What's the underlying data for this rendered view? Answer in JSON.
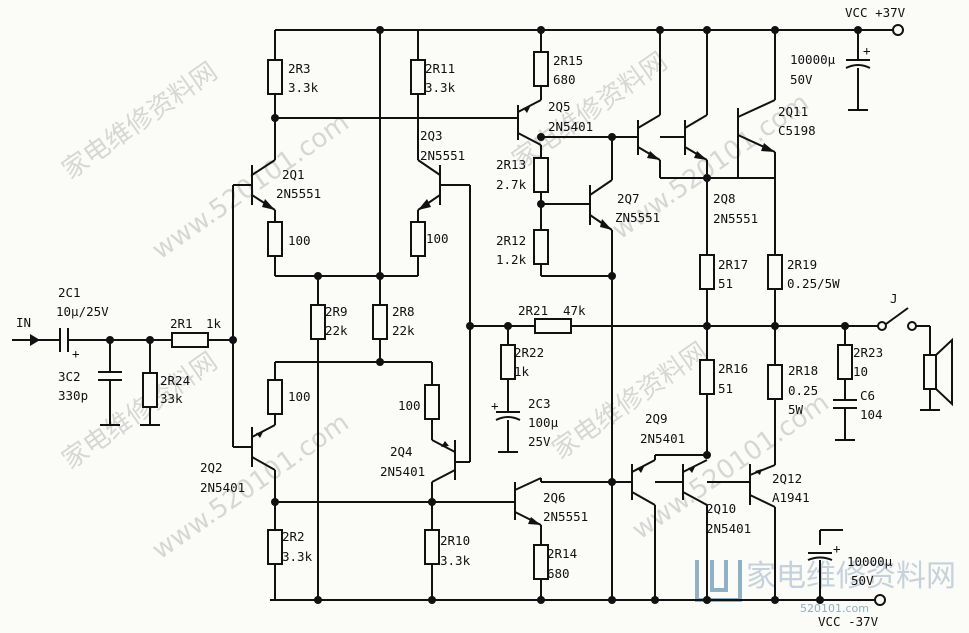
{
  "rails": {
    "vcc_pos": "VCC +37V",
    "vcc_neg": "VCC -37V"
  },
  "input": {
    "label": "IN"
  },
  "components": {
    "c1": [
      "2C1",
      "10μ/25V"
    ],
    "c2": [
      "3C2",
      "330p"
    ],
    "r1": [
      "2R1",
      "1k"
    ],
    "r24": [
      "2R24",
      "33k"
    ],
    "r3": [
      "2R3",
      "3.3k"
    ],
    "r11": [
      "2R11",
      "3.3k"
    ],
    "q1": [
      "2Q1",
      "2N5551"
    ],
    "q3": [
      "2Q3",
      "2N5551"
    ],
    "r_q1e": [
      "100"
    ],
    "r_q3e": [
      "100"
    ],
    "r9": [
      "2R9",
      "22k"
    ],
    "r8": [
      "2R8",
      "22k"
    ],
    "r_q2e": [
      "100"
    ],
    "r_q4e": [
      "100"
    ],
    "q2": [
      "2Q2",
      "2N5401"
    ],
    "q4": [
      "2Q4",
      "2N5401"
    ],
    "r2": [
      "2R2",
      "3.3k"
    ],
    "r10": [
      "2R10",
      "3.3k"
    ],
    "r15": [
      "2R15",
      "680"
    ],
    "q5": [
      "2Q5",
      "2N5401"
    ],
    "r13": [
      "2R13",
      "2.7k"
    ],
    "q7": [
      "2Q7",
      "ZN5551"
    ],
    "r12": [
      "2R12",
      "1.2k"
    ],
    "q8": [
      "2Q8",
      "2N5551"
    ],
    "q11": [
      "2Q11",
      "C5198"
    ],
    "c_bulk_top": [
      "10000μ",
      "50V"
    ],
    "r17": [
      "2R17",
      "51"
    ],
    "r19": [
      "2R19",
      "0.25/5W"
    ],
    "r21": [
      "2R21",
      "47k"
    ],
    "r22": [
      "2R22",
      "1k"
    ],
    "c3": [
      "2C3",
      "100μ",
      "25V"
    ],
    "r16": [
      "2R16",
      "51"
    ],
    "r18": [
      "2R18",
      "0.25",
      "5W"
    ],
    "r23": [
      "2R23",
      "10"
    ],
    "c6": [
      "C6",
      "104"
    ],
    "j": [
      "J"
    ],
    "q9": [
      "2Q9",
      "2N5401"
    ],
    "q6": [
      "2Q6",
      "2N5551"
    ],
    "r14": [
      "2R14",
      "680"
    ],
    "q10": [
      "2Q10",
      "2N5401"
    ],
    "q12": [
      "2Q12",
      "A1941"
    ],
    "c_bulk_bot": [
      "10000μ",
      "50V"
    ]
  },
  "watermark": {
    "text": "家电维修资料网",
    "url": "www.520101.com",
    "site": "520101.com"
  }
}
